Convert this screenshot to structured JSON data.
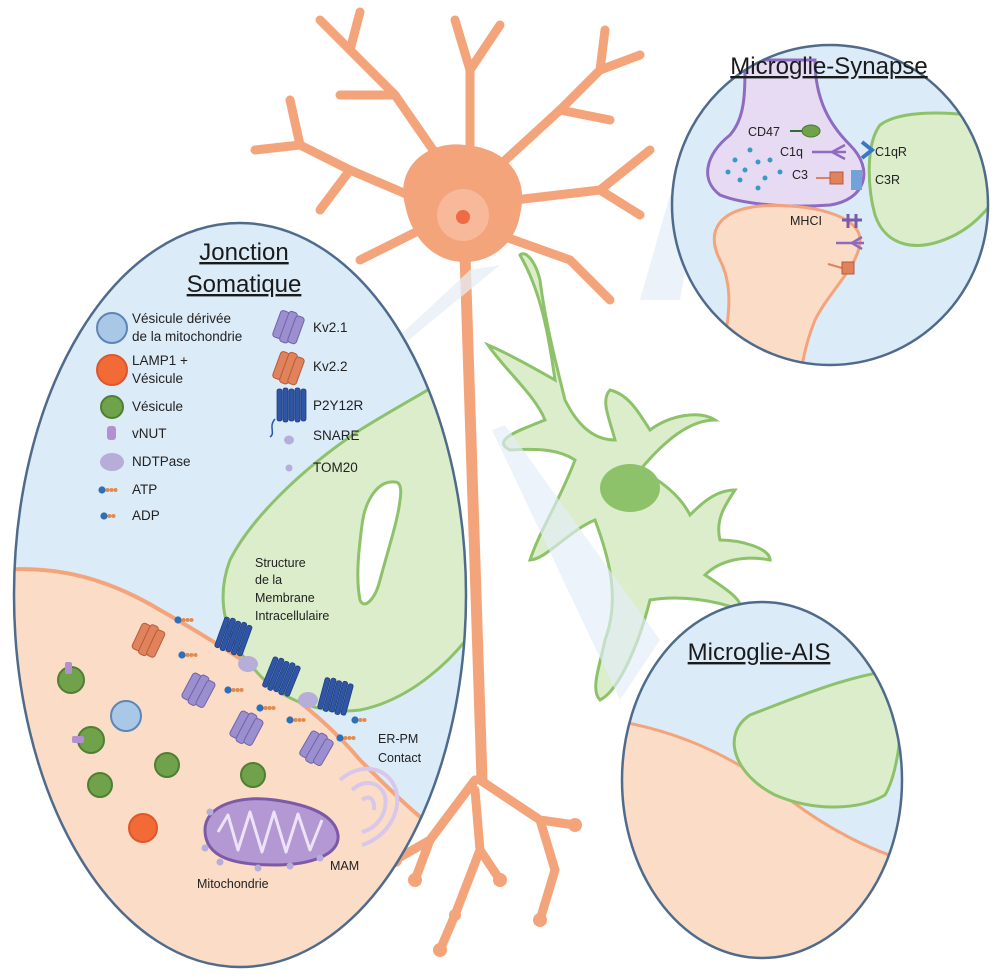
{
  "colors": {
    "neuron": "#f4a47a",
    "neuron_light": "#fbd9c2",
    "soma_core": "#f06a43",
    "microglia": "#8dc26a",
    "microglia_fill": "#dcedcb",
    "panel_fill": "#dcebf8",
    "panel_stroke": "#4f6b8c",
    "kv21": "#9c8fd0",
    "kv22": "#e0825b",
    "p2y12r": "#2f55a6",
    "mito_vesicle": "#a9c7e6",
    "lamp1": "#f26a35",
    "vesicle_green": "#6fa24b",
    "vnut": "#b48fd1",
    "ndtpase": "#b7add9",
    "atp_head": "#2f6fb8",
    "atp_tail": "#e28b4e",
    "mitochondria": "#9a7ac0",
    "mam": "#e7dff0",
    "presynapse": "#e6dbf3",
    "presynapse_stroke": "#8e6bc0"
  },
  "panels": {
    "somatic": {
      "title_line1": "Jonction",
      "title_line2": "Somatique",
      "legend": [
        {
          "label_lines": [
            "Vésicule dérivée",
            "de la mitochondrie"
          ],
          "icon": "mito-derived-vesicle-icon"
        },
        {
          "label_lines": [
            "LAMP1 +",
            "Vésicule"
          ],
          "icon": "lamp1-vesicle-icon"
        },
        {
          "label_lines": [
            "Vésicule"
          ],
          "icon": "vesicle-icon"
        },
        {
          "label_lines": [
            "vNUT"
          ],
          "icon": "vnut-icon"
        },
        {
          "label_lines": [
            "NDTPase"
          ],
          "icon": "ndtpase-icon"
        },
        {
          "label_lines": [
            "ATP"
          ],
          "icon": "atp-icon"
        },
        {
          "label_lines": [
            "ADP"
          ],
          "icon": "adp-icon"
        }
      ],
      "legend_right": [
        {
          "label": "Kv2.1",
          "icon": "kv21-channel-icon"
        },
        {
          "label": "Kv2.2",
          "icon": "kv22-channel-icon"
        },
        {
          "label": "P2Y12R",
          "icon": "p2y12r-receptor-icon"
        },
        {
          "label": "SNARE",
          "icon": "snare-icon"
        },
        {
          "label": "TOM20",
          "icon": "tom20-icon"
        }
      ],
      "structure_label": [
        "Structure",
        "de la",
        "Membrane",
        "Intracellulaire"
      ],
      "erpm_label": [
        "ER-PM",
        "Contact"
      ],
      "mam_label": "MAM",
      "mitochondria_label": "Mitochondrie"
    },
    "synapse": {
      "title": "Microglie-Synapse",
      "labels": {
        "cd47": "CD47",
        "c1q": "C1q",
        "c3": "C3",
        "c1qr": "C1qR",
        "c3r": "C3R",
        "mhci": "MHCI"
      }
    },
    "ais": {
      "title": "Microglie-AIS"
    }
  }
}
